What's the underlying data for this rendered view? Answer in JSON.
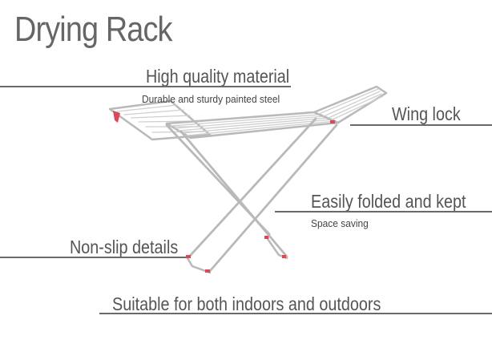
{
  "title": "Drying Rack",
  "features": {
    "material": {
      "title": "High quality material",
      "subtitle": "Durable and sturdy painted steel"
    },
    "wing_lock": {
      "title": "Wing lock"
    },
    "folding": {
      "title": "Easily folded and kept",
      "subtitle": "Space saving"
    },
    "non_slip": {
      "title": "Non-slip details"
    },
    "usage": {
      "title": "Suitable for both indoors and outdoors"
    }
  },
  "colors": {
    "text": "#555555",
    "rule": "#6a6a6a",
    "frame": "#b9b9b9",
    "accent": "#d64a5a"
  },
  "icons": {
    "product": "drying-rack-illustration"
  }
}
